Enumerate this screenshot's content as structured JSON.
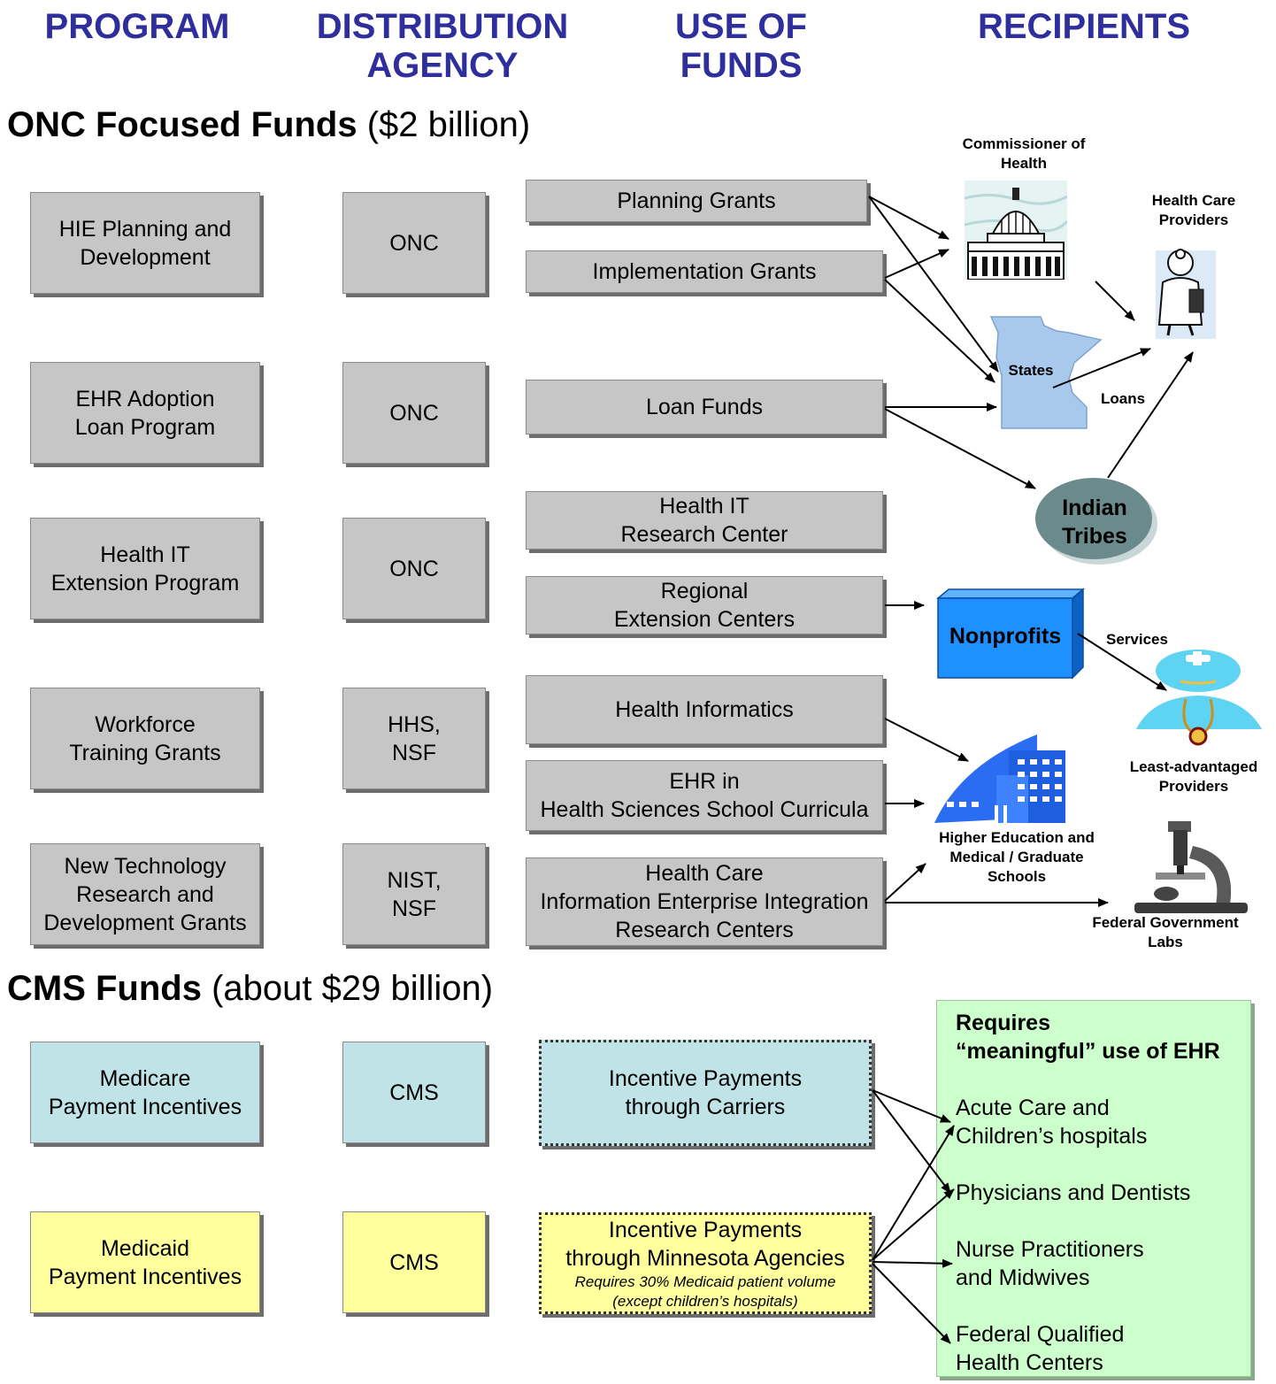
{
  "headers": {
    "program": "PROGRAM",
    "agency_line1": "DISTRIBUTION",
    "agency_line2": "AGENCY",
    "use_line1": "USE OF",
    "use_line2": "FUNDS",
    "recipients": "RECIPIENTS"
  },
  "onc_section": {
    "title_bold": "ONC Focused Funds",
    "title_rest": " ($2 billion)"
  },
  "cms_section": {
    "title_bold": "CMS Funds",
    "title_rest": " (about $29 billion)"
  },
  "programs": [
    {
      "lines": [
        "HIE Planning and",
        "Development"
      ]
    },
    {
      "lines": [
        "EHR Adoption",
        "Loan Program"
      ]
    },
    {
      "lines": [
        "Health IT",
        "Extension Program"
      ]
    },
    {
      "lines": [
        "Workforce",
        "Training Grants"
      ]
    },
    {
      "lines": [
        "New Technology",
        "Research and",
        "Development Grants"
      ]
    },
    {
      "lines": [
        "Medicare",
        "Payment Incentives"
      ]
    },
    {
      "lines": [
        "Medicaid",
        "Payment Incentives"
      ]
    }
  ],
  "agencies": [
    {
      "lines": [
        "ONC"
      ]
    },
    {
      "lines": [
        "ONC"
      ]
    },
    {
      "lines": [
        "ONC"
      ]
    },
    {
      "lines": [
        "HHS,",
        "NSF"
      ]
    },
    {
      "lines": [
        "NIST,",
        "NSF"
      ]
    },
    {
      "lines": [
        "CMS"
      ]
    },
    {
      "lines": [
        "CMS"
      ]
    }
  ],
  "uses": [
    {
      "lines": [
        "Planning Grants"
      ]
    },
    {
      "lines": [
        "Implementation Grants"
      ]
    },
    {
      "lines": [
        "Loan Funds"
      ]
    },
    {
      "lines": [
        "Health IT",
        "Research Center"
      ]
    },
    {
      "lines": [
        "Regional",
        "Extension Centers"
      ]
    },
    {
      "lines": [
        "Health Informatics"
      ]
    },
    {
      "lines": [
        "EHR in",
        "Health Sciences School Curricula"
      ]
    },
    {
      "lines": [
        "Health Care",
        "Information Enterprise Integration",
        "Research Centers"
      ]
    },
    {
      "lines": [
        "Incentive Payments",
        "through Carriers"
      ]
    },
    {
      "lines": [
        "Incentive Payments",
        "through Minnesota Agencies"
      ],
      "note": [
        "Requires 30% Medicaid patient volume",
        "(except children’s hospitals)"
      ]
    }
  ],
  "recipients": {
    "commissioner": [
      "Commissioner of",
      "Health"
    ],
    "providers": [
      "Health Care",
      "Providers"
    ],
    "states": "States",
    "loans": "Loans",
    "indian_tribes": [
      "Indian",
      "Tribes"
    ],
    "nonprofits": "Nonprofits",
    "services": "Services",
    "least_advantaged": [
      "Least-advantaged",
      "Providers"
    ],
    "higher_ed": [
      "Higher Education and",
      "Medical / Graduate",
      "Schools"
    ],
    "federal_labs": [
      "Federal Government",
      "Labs"
    ]
  },
  "requirements": {
    "title": [
      "Requires",
      "“meaningful” use of EHR"
    ],
    "items": [
      [
        "Acute Care and",
        "Children’s hospitals"
      ],
      [
        "Physicians and Dentists"
      ],
      [
        "Nurse Practitioners",
        "and Midwives"
      ],
      [
        "Federal Qualified",
        "Health Centers"
      ]
    ]
  },
  "colors": {
    "header_blue": "#2e2e9c",
    "gray_box": "#c6c6c6",
    "medicare_box": "#bfe3e6",
    "medicaid_box": "#ffff9e",
    "requirements_box": "#ccffcc",
    "nonprofits_box": "#1e90ff",
    "tribes_ellipse": "#6b8a8c"
  }
}
